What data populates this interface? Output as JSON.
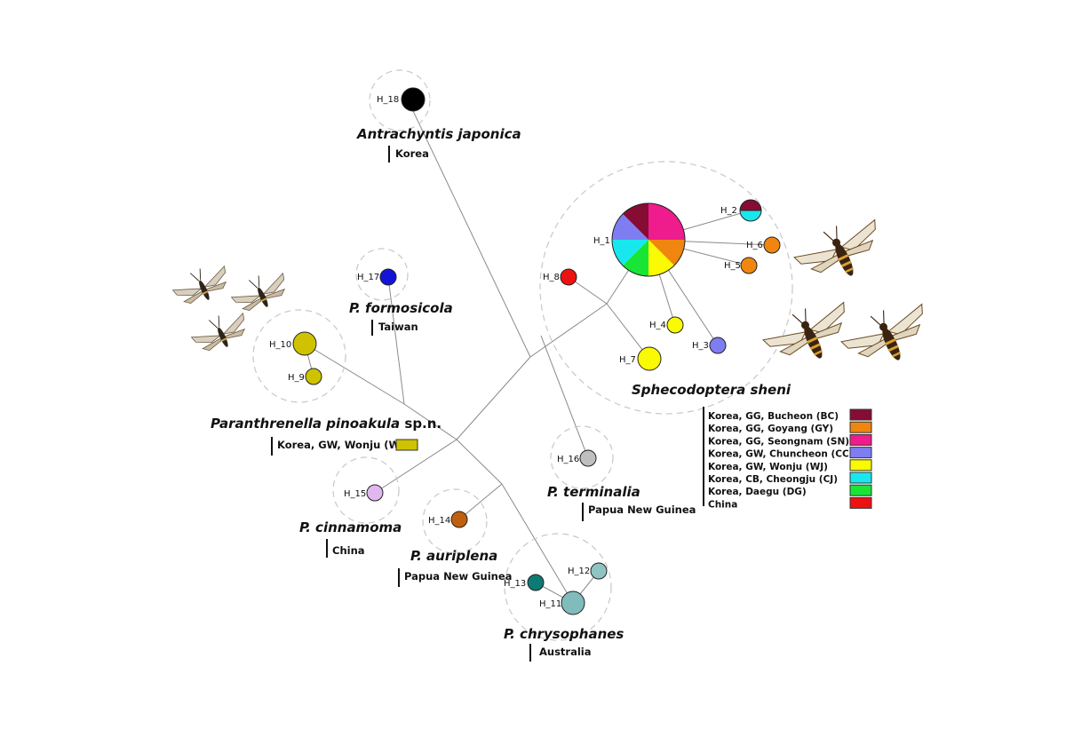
{
  "species": [
    {
      "name": "Antrachyntis japonica",
      "location": "Korea"
    },
    {
      "name": "P. formosicola",
      "location": "Taiwan"
    },
    {
      "name_italic": "Paranthrenella pinoakula",
      "name_suffix": " sp.n.",
      "location": "Korea, GW, Wonju (WJ)",
      "swatch": "#cfc200"
    },
    {
      "name": "Sphecodoptera sheni"
    },
    {
      "name": "P. terminalia",
      "location": "Papua New Guinea"
    },
    {
      "name": "P. cinnamoma",
      "location": "China"
    },
    {
      "name": "P. auriplena",
      "location": "Papua New Guinea"
    },
    {
      "name": "P. chrysophanes",
      "location": "Australia"
    }
  ],
  "haplotypes": [
    {
      "label": "H_1",
      "colors": [
        "#870c33",
        "#ee1c8c",
        "#f0860f",
        "#fafa00",
        "#19e536",
        "#18e8ee",
        "#7e7ef2"
      ],
      "fractions": [
        0.125,
        0.25,
        0.125,
        0.125,
        0.125,
        0.125,
        0.125
      ]
    },
    {
      "label": "H_2",
      "colors": [
        "#870c33",
        "#18e8ee"
      ]
    },
    {
      "label": "H_3",
      "color": "#7e7ef2"
    },
    {
      "label": "H_4",
      "color": "#fafa00"
    },
    {
      "label": "H_5",
      "color": "#f0860f"
    },
    {
      "label": "H_6",
      "color": "#f0860f"
    },
    {
      "label": "H_7",
      "color": "#fafa00"
    },
    {
      "label": "H_8",
      "color": "#ee1111"
    },
    {
      "label": "H_9",
      "color": "#cfc200"
    },
    {
      "label": "H_10",
      "color": "#cfc200"
    },
    {
      "label": "H_11",
      "color": "#7fbcbb"
    },
    {
      "label": "H_12",
      "color": "#8fc4c2"
    },
    {
      "label": "H_13",
      "color": "#0d7a73"
    },
    {
      "label": "H_14",
      "color": "#c0600f"
    },
    {
      "label": "H_15",
      "color": "#e0b8ee"
    },
    {
      "label": "H_16",
      "color": "#bfbfbf"
    },
    {
      "label": "H_17",
      "color": "#1414d8"
    },
    {
      "label": "H_18",
      "color": "#000000"
    }
  ],
  "legend": [
    {
      "label": "Korea, GG, Bucheon (BC)",
      "color": "#870c33"
    },
    {
      "label": "Korea, GG, Goyang (GY)",
      "color": "#f0860f"
    },
    {
      "label": "Korea, GG, Seongnam (SN)",
      "color": "#ee1c8c"
    },
    {
      "label": "Korea, GW, Chuncheon (CC)",
      "color": "#7e7ef2"
    },
    {
      "label": "Korea, GW, Wonju (WJ)",
      "color": "#fafa00"
    },
    {
      "label": "Korea, CB, Cheongju (CJ)",
      "color": "#18e8ee"
    },
    {
      "label": "Korea, Daegu (DG)",
      "color": "#19e536"
    },
    {
      "label": "China",
      "color": "#ee1111"
    }
  ]
}
